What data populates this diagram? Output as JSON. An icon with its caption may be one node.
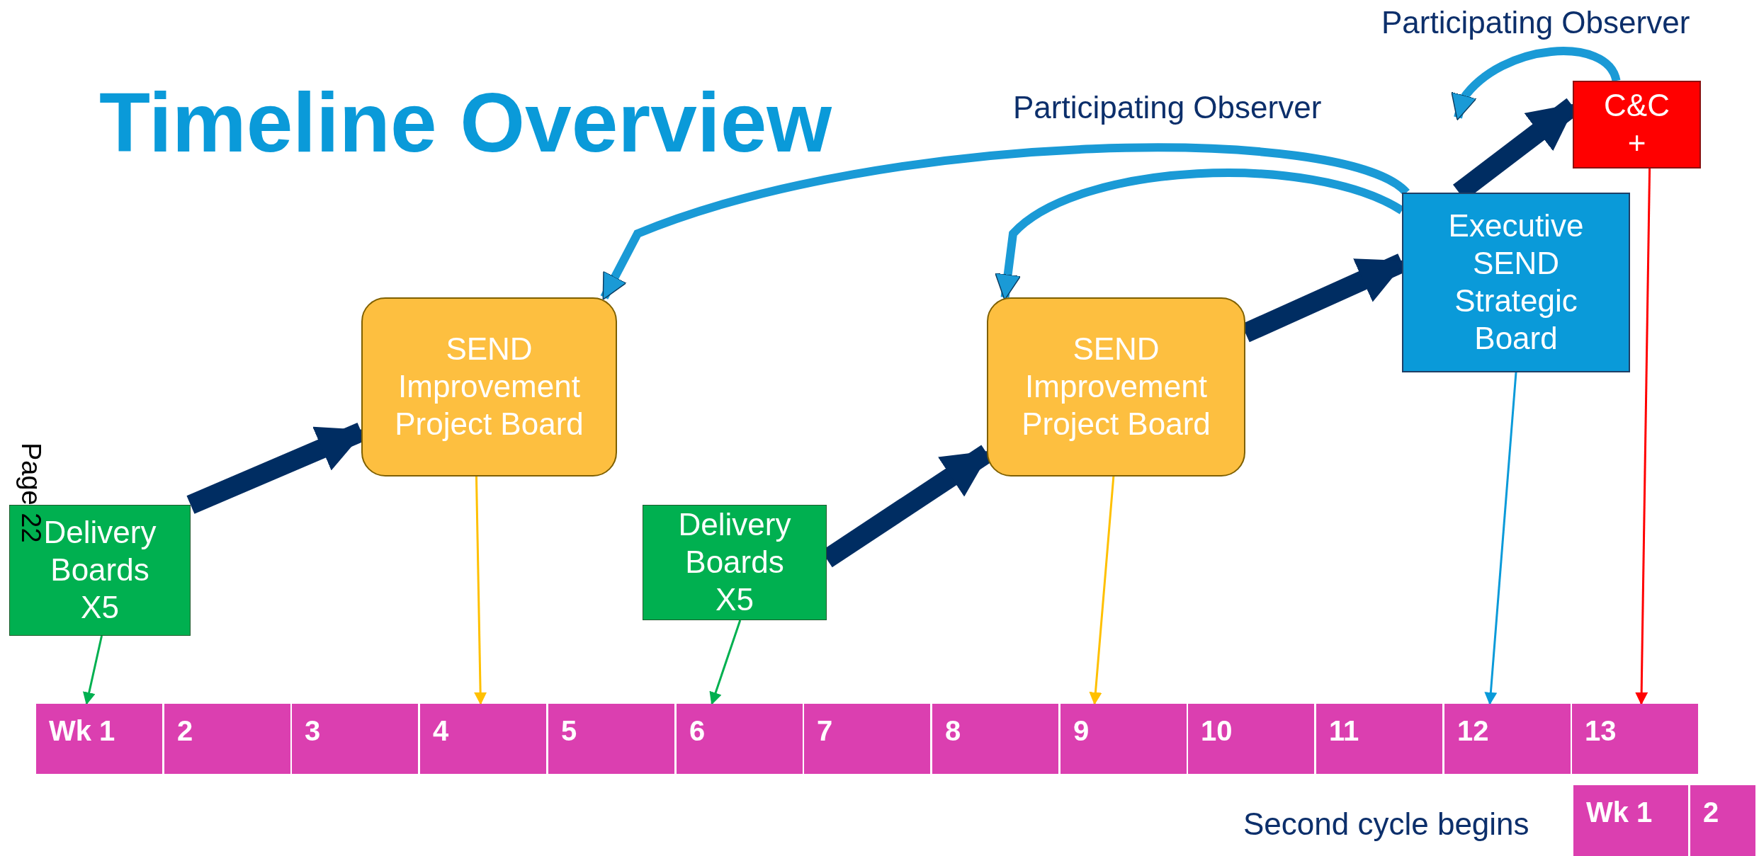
{
  "diagram": {
    "title": "Timeline Overview",
    "nodes": [
      {
        "text": [
          "Delivery Boards X5"
        ]
      },
      {
        "text": [
          "SEND Improvement Project Board"
        ]
      },
      {
        "text": [
          "Delivery Boards X5"
        ]
      },
      {
        "text": [
          "SEND Improvement Project Board"
        ]
      },
      {
        "text": [
          "Executive SEND Strategic Board"
        ]
      },
      {
        "text": [
          "C&C +"
        ]
      },
      {
        "text": [
          "Wk 1"
        ]
      },
      {
        "text": [
          "2"
        ]
      },
      {
        "text": [
          "3"
        ]
      },
      {
        "text": [
          "4"
        ]
      },
      {
        "text": [
          "5"
        ]
      },
      {
        "text": [
          "6"
        ]
      },
      {
        "text": [
          "7"
        ]
      },
      {
        "text": [
          "8"
        ]
      },
      {
        "text": [
          "9"
        ]
      },
      {
        "text": [
          "10"
        ]
      },
      {
        "text": [
          "11"
        ]
      },
      {
        "text": [
          "12"
        ]
      },
      {
        "text": [
          "13"
        ]
      },
      {
        "text": [
          "Wk 1"
        ]
      },
      {
        "text": [
          "2"
        ]
      }
    ],
    "edges": [
      {
        "from": 0,
        "to": 1,
        "arrow": "to",
        "style": "thick"
      },
      {
        "from": 2,
        "to": 3,
        "arrow": "to",
        "style": "thick"
      },
      {
        "from": 3,
        "to": 4,
        "arrow": "to",
        "style": "thick"
      },
      {
        "from": 4,
        "to": 5,
        "arrow": "to",
        "style": "thick"
      },
      {
        "from": 4,
        "to": 1,
        "arrow": "to",
        "color": "#1a9ad6"
      },
      {
        "from": 4,
        "to": 3,
        "arrow": "to",
        "color": "#1a9ad6"
      },
      {
        "from": 5,
        "to": null,
        "arrow": "to",
        "color": "#1a9ad6"
      },
      {
        "from": 0,
        "to": 6,
        "arrow": "to",
        "color": "#00b050"
      },
      {
        "from": 1,
        "to": 9,
        "arrow": "to",
        "color": "#ffc000"
      },
      {
        "from": 2,
        "to": 11,
        "arrow": "to",
        "color": "#00b050"
      },
      {
        "from": 3,
        "to": 14,
        "arrow": "to",
        "color": "#ffc000"
      },
      {
        "from": 4,
        "to": 17,
        "arrow": "to",
        "color": "#0a9ad9"
      },
      {
        "from": 5,
        "to": 18,
        "arrow": "to",
        "color": "#ff0000"
      }
    ],
    "labels": [
      "Participating Observer",
      "Participating Observer",
      "Page 22",
      "Second cycle begins"
    ]
  }
}
